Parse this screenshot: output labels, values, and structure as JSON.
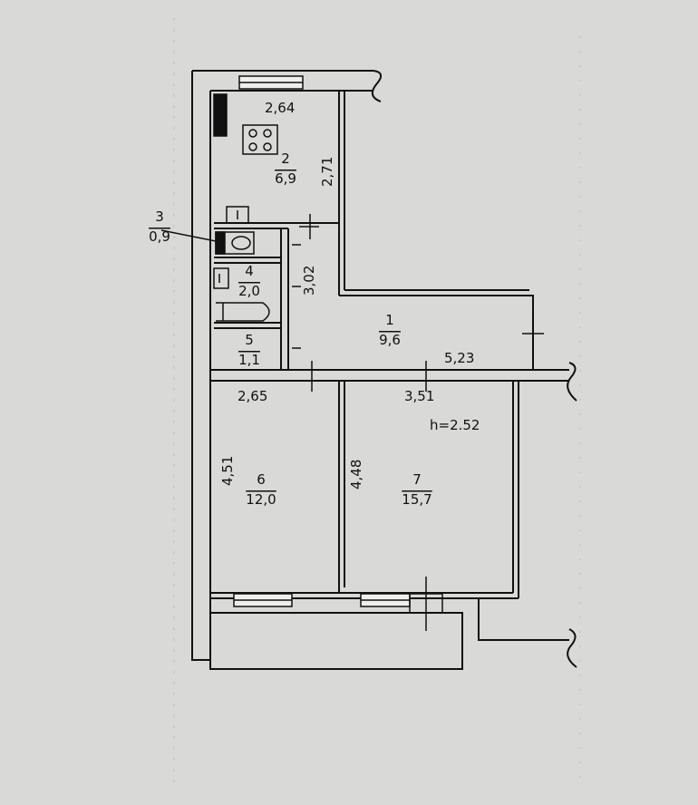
{
  "rooms": [
    {
      "id": "1",
      "area": "9,6"
    },
    {
      "id": "2",
      "area": "6,9"
    },
    {
      "id": "3",
      "area": "0,9"
    },
    {
      "id": "4",
      "area": "2,0"
    },
    {
      "id": "5",
      "area": "1,1"
    },
    {
      "id": "6",
      "area": "12,0"
    },
    {
      "id": "7",
      "area": "15,7"
    }
  ],
  "dimensions": {
    "kitchen_width": "2,64",
    "kitchen_depth": "2,71",
    "bath_depth": "3,02",
    "hall_width": "5,23",
    "room6_width": "2,65",
    "room6_depth": "4,51",
    "room7_width": "3,51",
    "room7_depth": "4,48"
  },
  "ceiling_height": "h=2.52"
}
